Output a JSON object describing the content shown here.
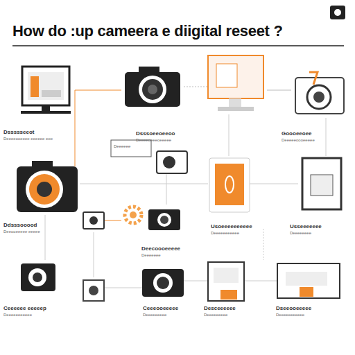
{
  "diagram": {
    "title": "How do :up cameera e diigital reseet ?",
    "labels": [
      "Dssssseeot",
      "Deeeeooeeee eeeeee eee",
      "Dsssoeeoeeoo",
      "Deeeeoeeeoeeeee",
      "Goooeeoee",
      "Deeeeeoooeeeee",
      "Deeeeee",
      "Ddsssooood",
      "Deeooeeeee eeeee",
      "Usoeeeeeeeeee",
      "Deeeeeeeeeee",
      "Usseeeeeee",
      "Deeeeeeee",
      "Deecoooeeeee",
      "Deeeeeee",
      "Ceeeeee eeeeep",
      "Deeeeeeeeeee",
      "Ceeeooeeeee",
      "Deeeeeeeee",
      "Desceeeeee",
      "Deeeeeeeee",
      "Dseeooeeeee",
      "Deeeeeeeeeee"
    ]
  }
}
